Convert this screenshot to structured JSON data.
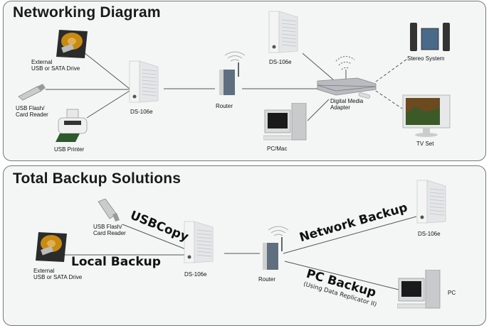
{
  "networking": {
    "title": "Networking Diagram",
    "labels": {
      "hdd_line1": "External",
      "hdd_line2": "USB or SATA Drive",
      "flash_line1": "USB Flash/",
      "flash_line2": "Card Reader",
      "printer": "USB Printer",
      "nas": "DS-106e",
      "router": "Router",
      "nas2": "DS-106e",
      "pc": "PC/Mac",
      "dma_line1": "Digital Media",
      "dma_line2": "Adapter",
      "stereo": "Stereo System",
      "tv": "TV Set"
    }
  },
  "backup": {
    "title": "Total Backup Solutions",
    "labels": {
      "hdd_line1": "External",
      "hdd_line2": "USB or SATA Drive",
      "flash_line1": "USB Flash/",
      "flash_line2": "Card Reader",
      "nas": "DS-106e",
      "router": "Router",
      "nas2": "DS-106e",
      "pc": "PC"
    },
    "connections": {
      "usbcopy": "USBCopy",
      "local": "Local Backup",
      "network": "Network Backup",
      "pc_backup": "PC Backup",
      "pc_backup_sub": "(Using Data Replicator II)"
    }
  },
  "colors": {
    "panel_bg": "#f4f6f6",
    "panel_border": "#777777",
    "wire": "#555555"
  }
}
